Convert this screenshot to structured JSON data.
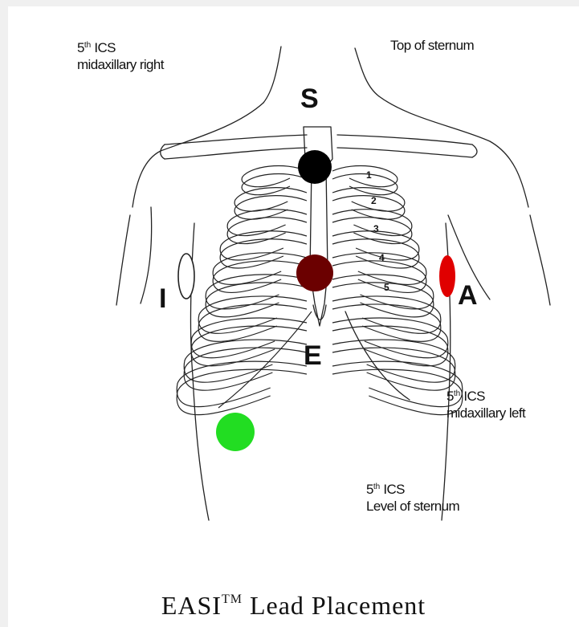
{
  "labels": {
    "right_pre": "5",
    "right_sup": "th",
    "right_line1": " ICS",
    "right_line2": "midaxillary right",
    "top_sternum": "Top of sternum",
    "left_pre": "5",
    "left_sup": "th",
    "left_line1": " ICS",
    "left_line2": "midaxillary left",
    "sternum_pre": "5",
    "sternum_sup": "th",
    "sternum_line1": " ICS",
    "sternum_line2": "Level of sternum"
  },
  "electrodes": {
    "S": {
      "letter": "S",
      "color": "#000000"
    },
    "E": {
      "letter": "E",
      "color": "#6b0000"
    },
    "A": {
      "letter": "A",
      "color": "#e00000"
    },
    "I": {
      "letter": "I",
      "color": "#ffffff"
    },
    "ground": {
      "color": "#22dd22"
    }
  },
  "rib_numbers": [
    "1",
    "2",
    "3",
    "4",
    "5"
  ],
  "caption": {
    "main": "EASI",
    "tm": "TM",
    "rest": " Lead Placement"
  }
}
